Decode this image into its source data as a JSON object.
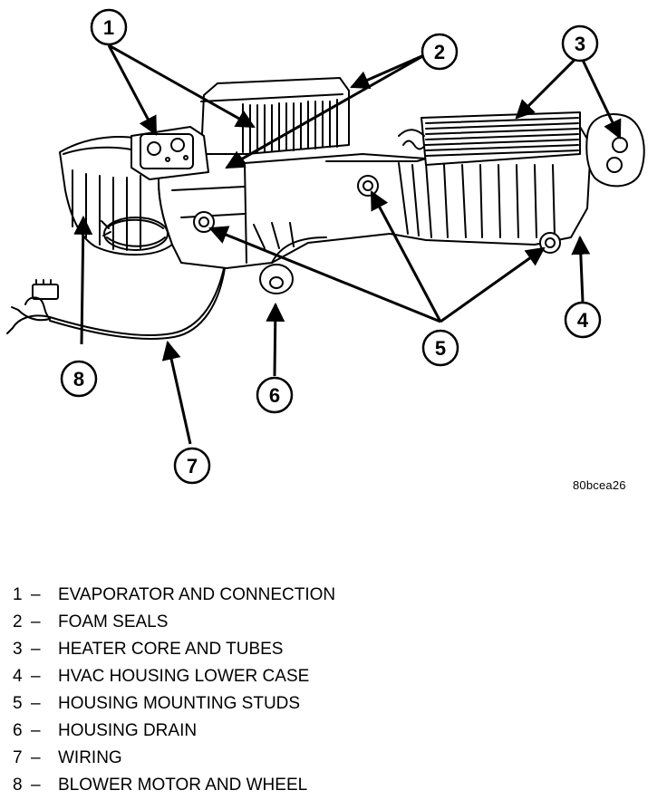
{
  "callouts": [
    "1",
    "2",
    "3",
    "4",
    "5",
    "6",
    "7",
    "8"
  ],
  "figure_id": "80bcea26",
  "legend": [
    {
      "num": "1",
      "sep": "–",
      "text": "EVAPORATOR AND CONNECTION"
    },
    {
      "num": "2",
      "sep": "–",
      "text": "FOAM SEALS"
    },
    {
      "num": "3",
      "sep": "–",
      "text": "HEATER CORE AND TUBES"
    },
    {
      "num": "4",
      "sep": "–",
      "text": "HVAC HOUSING LOWER CASE"
    },
    {
      "num": "5",
      "sep": "–",
      "text": "HOUSING MOUNTING STUDS"
    },
    {
      "num": "6",
      "sep": "–",
      "text": "HOUSING DRAIN"
    },
    {
      "num": "7",
      "sep": "–",
      "text": "WIRING"
    },
    {
      "num": "8",
      "sep": "–",
      "text": "BLOWER MOTOR AND WHEEL"
    }
  ]
}
